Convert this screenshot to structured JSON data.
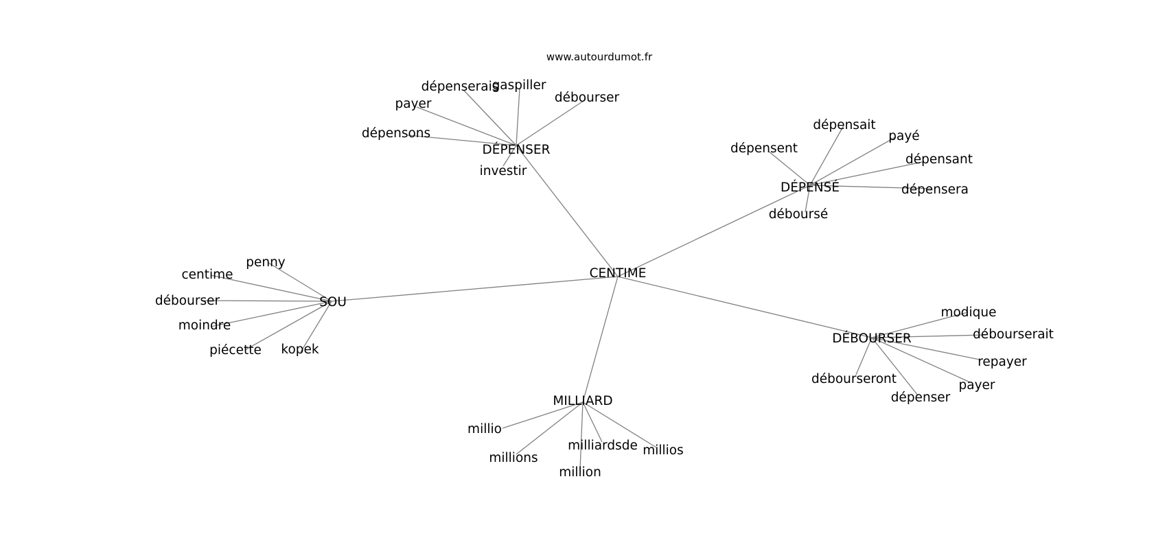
{
  "watermark": "www.autourdumot.fr",
  "center": "CENTIME",
  "hubs": [
    {
      "id": "depenser",
      "label": "DÉPENSER",
      "leaves": [
        "dépenserais",
        "gaspiller",
        "payer",
        "débourser",
        "dépensons",
        "investir"
      ]
    },
    {
      "id": "depense",
      "label": "DÉPENSÉ",
      "leaves": [
        "dépensait",
        "payé",
        "dépensent",
        "dépensant",
        "dépensera",
        "déboursé"
      ]
    },
    {
      "id": "sou",
      "label": "SOU",
      "leaves": [
        "penny",
        "centime",
        "débourser",
        "moindre",
        "piécette",
        "kopek"
      ]
    },
    {
      "id": "debourser",
      "label": "DÉBOURSER",
      "leaves": [
        "modique",
        "débourserait",
        "repayer",
        "payer",
        "dépenser",
        "débourseront"
      ]
    },
    {
      "id": "milliard",
      "label": "MILLIARD",
      "leaves": [
        "millio",
        "millions",
        "milliardsde",
        "millios",
        "million"
      ]
    }
  ]
}
